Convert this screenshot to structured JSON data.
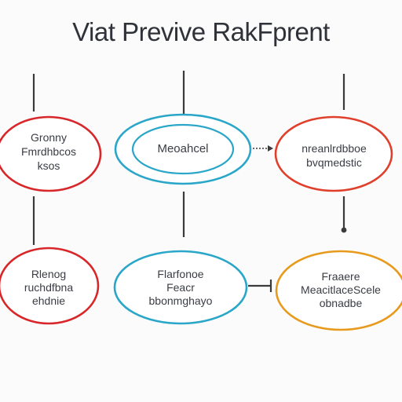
{
  "title": "Viat Previve RakFprent",
  "nodes": [
    {
      "id": "top-left",
      "color": "#d8272a",
      "text": "Gronny\nFmrdhbcos\nksos"
    },
    {
      "id": "top-center",
      "color": "#2aa6c9",
      "text": "Meoahcel"
    },
    {
      "id": "top-right",
      "color": "#e0402b",
      "text": "nreanlrdbboe\nbvqmedstic"
    },
    {
      "id": "bottom-left",
      "color": "#d8272a",
      "text": "Rlenog\nruchdfbna\nehdnie"
    },
    {
      "id": "bottom-center",
      "color": "#2aa6c9",
      "text": "Flarfonoe\nFeacr\nbbonmghayo"
    },
    {
      "id": "bottom-right",
      "color": "#e79a1c",
      "text": "Fraaere\nMeacitlaceScele\nobnadbe"
    }
  ],
  "colors": {
    "line": "#3b3b3b",
    "title": "#2f3238"
  }
}
